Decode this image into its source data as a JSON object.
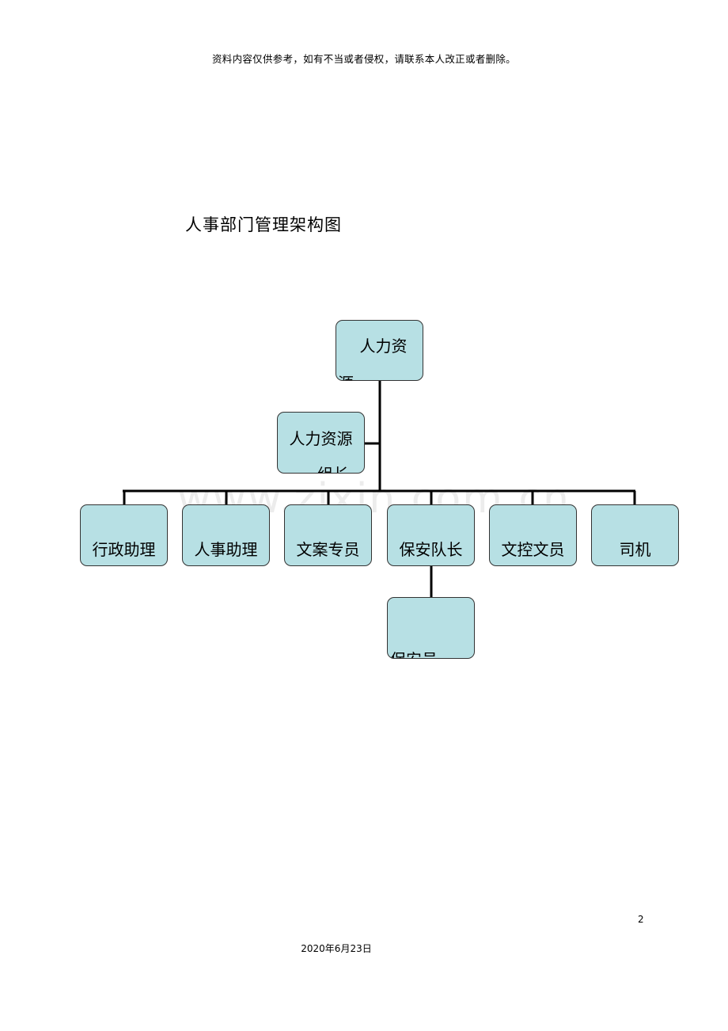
{
  "header": {
    "disclaimer": "资料内容仅供参考，如有不当或者侵权，请联系本人改正或者删除。"
  },
  "diagram": {
    "title": "人事部门管理架构图",
    "watermark": "www.zixin.com.cn",
    "root": {
      "label": "人力资",
      "overflow": "源"
    },
    "assistant": {
      "label": "人力资源",
      "overflow": "组长"
    },
    "children": [
      {
        "label": "行政助理"
      },
      {
        "label": "人事助理"
      },
      {
        "label": "文案专员"
      },
      {
        "label": "保安队长"
      },
      {
        "label": "文控文员"
      },
      {
        "label": "司机"
      }
    ],
    "sub_child": {
      "overflow": "保安员"
    },
    "colors": {
      "node_fill": "#b7e0e4",
      "node_border": "#333333",
      "connector": "#000000"
    }
  },
  "footer": {
    "page_number": "2",
    "date": "2020年6月23日"
  }
}
